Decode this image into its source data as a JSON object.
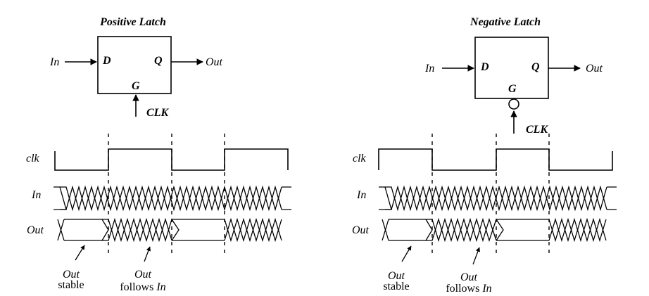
{
  "positive": {
    "title": "Positive Latch",
    "pin_d": "D",
    "pin_q": "Q",
    "pin_g": "G",
    "input": "In",
    "output": "Out",
    "clock": "CLK",
    "signals": {
      "clk": "clk",
      "in": "In",
      "out": "Out"
    },
    "note_stable": {
      "line1": "Out",
      "line2": "stable"
    },
    "note_follows": {
      "line1": "Out",
      "line2a": "follows ",
      "line2b": "In"
    }
  },
  "negative": {
    "title": "Negative Latch",
    "pin_d": "D",
    "pin_q": "Q",
    "pin_g": "G",
    "input": "In",
    "output": "Out",
    "clock": "CLK",
    "signals": {
      "clk": "clk",
      "in": "In",
      "out": "Out"
    },
    "note_stable": {
      "line1": "Out",
      "line2": "stable"
    },
    "note_follows": {
      "line1": "Out",
      "line2a": "follows ",
      "line2b": "In"
    }
  }
}
